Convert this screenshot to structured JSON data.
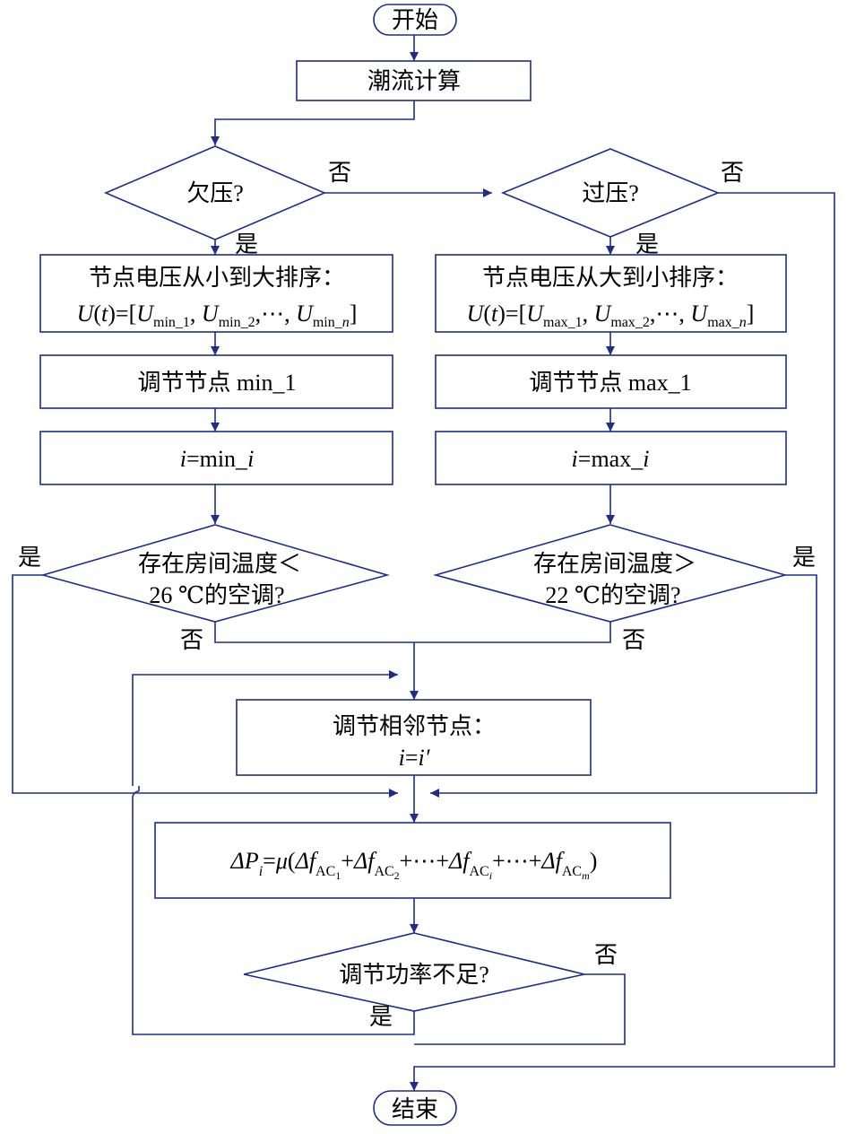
{
  "colors": {
    "stroke": "#1f2d8a",
    "text": "#000000",
    "background": "#ffffff"
  },
  "nodes": {
    "start": "开始",
    "end": "结束",
    "power_flow": "潮流计算",
    "undervoltage": "欠压?",
    "overvoltage": "过压?",
    "left": {
      "sort_title": "节点电压从小到大排序：",
      "U_open": "U",
      "t_open": "(",
      "t": "t",
      "t_close": ")=[",
      "U1": "U",
      "sub1": "min_1",
      "sep1": ", ",
      "U2": "U",
      "sub2": "min_2",
      "sep2": ",⋯, ",
      "U3": "U",
      "sub3a": "min_",
      "sub3b": "n",
      "close": "]",
      "adjust": "调节节点 min_1",
      "assign_i": "i",
      "assign_rest": "=min_",
      "assign_i2": "i",
      "temp_q1": "存在房间温度＜",
      "temp_q2": "26 ℃的空调?"
    },
    "right": {
      "sort_title": "节点电压从大到小排序：",
      "U_open": "U",
      "t_open": "(",
      "t": "t",
      "t_close": ")=[",
      "U1": "U",
      "sub1": "max_1",
      "sep1": ", ",
      "U2": "U",
      "sub2": "max_2",
      "sep2": ",⋯, ",
      "U3": "U",
      "sub3a": "max_",
      "sub3b": "n",
      "close": "]",
      "adjust": "调节节点  max_1",
      "assign_i": "i",
      "assign_rest": "=max_",
      "assign_i2": "i",
      "temp_q1": "存在房间温度＞",
      "temp_q2": "22 ℃的空调?"
    },
    "adjacent_title": "调节相邻节点：",
    "adjacent_i": "i",
    "adjacent_eq": "=",
    "adjacent_i2": "i′",
    "formula": {
      "dp": "ΔP",
      "dp_sub": "i",
      "eq": "=",
      "mu": "μ",
      "open": "(",
      "d1": "Δf",
      "s1": "AC",
      "s1n": "1",
      "plus1": "+",
      "d2": "Δf",
      "s2": "AC",
      "s2n": "2",
      "mid1": "+⋯+",
      "d3": "Δf",
      "s3": "AC",
      "s3n": "i",
      "mid2": "+⋯+",
      "d4": "Δf",
      "s4": "AC",
      "s4n": "m",
      "close": ")"
    },
    "power_shortage": "调节功率不足?"
  },
  "labels": {
    "yes": "是",
    "no": "否"
  }
}
